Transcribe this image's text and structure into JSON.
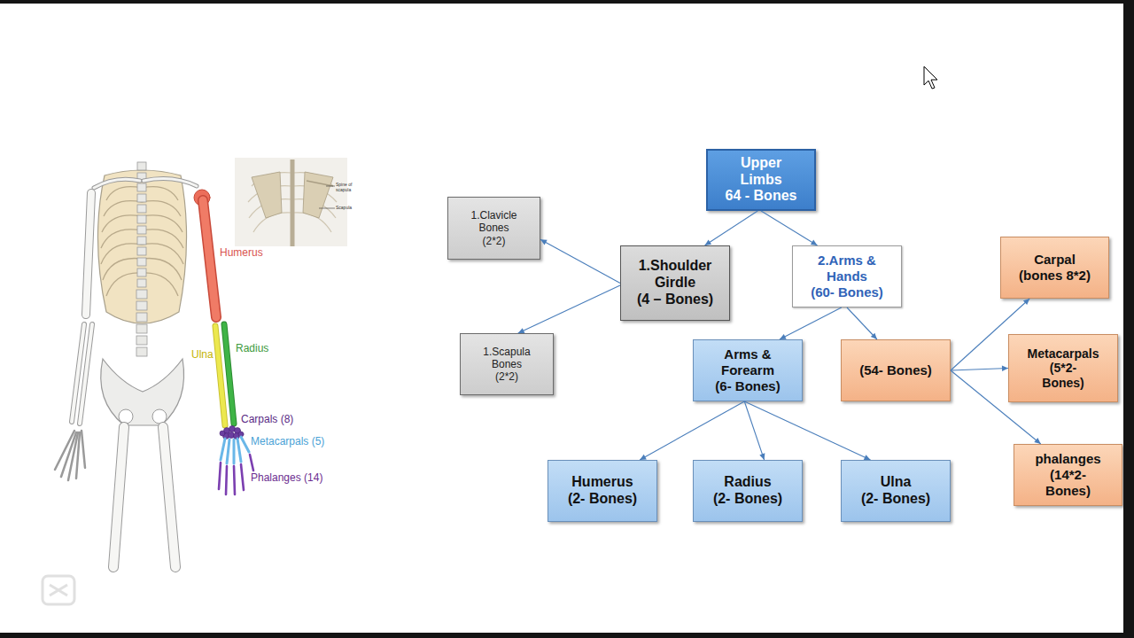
{
  "diagram": {
    "nodes": [
      {
        "text": [
          "Upper Limbs",
          "64 - Bones"
        ]
      },
      {
        "text": [
          "1.Clavicle Bones",
          "(2*2)"
        ]
      },
      {
        "text": [
          "1.Shoulder Girdle",
          "(4 – Bones)"
        ]
      },
      {
        "text": [
          "2.Arms & Hands",
          "(60- Bones)"
        ]
      },
      {
        "text": [
          "Carpal",
          "(bones 8*2)"
        ]
      },
      {
        "text": [
          "1.Scapula Bones",
          "(2*2)"
        ]
      },
      {
        "text": [
          "Arms & Forearm",
          "(6- Bones)"
        ]
      },
      {
        "text": [
          "(54- Bones)"
        ]
      },
      {
        "text": [
          "Metacarpals",
          "(5*2- Bones)"
        ]
      },
      {
        "text": [
          "Humerus",
          "(2- Bones)"
        ]
      },
      {
        "text": [
          "Radius",
          "(2- Bones)"
        ]
      },
      {
        "text": [
          "Ulna",
          "(2- Bones)"
        ]
      },
      {
        "text": [
          "phalanges",
          "(14*2- Bones)"
        ]
      }
    ],
    "edges": [
      {
        "from": 0,
        "to": 2,
        "arrow": "to"
      },
      {
        "from": 0,
        "to": 3,
        "arrow": "to"
      },
      {
        "from": 2,
        "to": 1,
        "arrow": "to"
      },
      {
        "from": 2,
        "to": 5,
        "arrow": "to"
      },
      {
        "from": 3,
        "to": 6,
        "arrow": "to"
      },
      {
        "from": 3,
        "to": 7,
        "arrow": "to"
      },
      {
        "from": 7,
        "to": 4,
        "arrow": "to"
      },
      {
        "from": 7,
        "to": 8,
        "arrow": "to"
      },
      {
        "from": 7,
        "to": 12,
        "arrow": "to"
      },
      {
        "from": 6,
        "to": 9,
        "arrow": "to"
      },
      {
        "from": 6,
        "to": 10,
        "arrow": "to"
      },
      {
        "from": 6,
        "to": 11,
        "arrow": "to"
      }
    ],
    "labels": [
      "Humerus",
      "Ulna",
      "Radius",
      "Carpals (8)",
      "Metacarpals (5)",
      "Phalanges (14)",
      "Spine of scapula",
      "Scapula"
    ]
  }
}
